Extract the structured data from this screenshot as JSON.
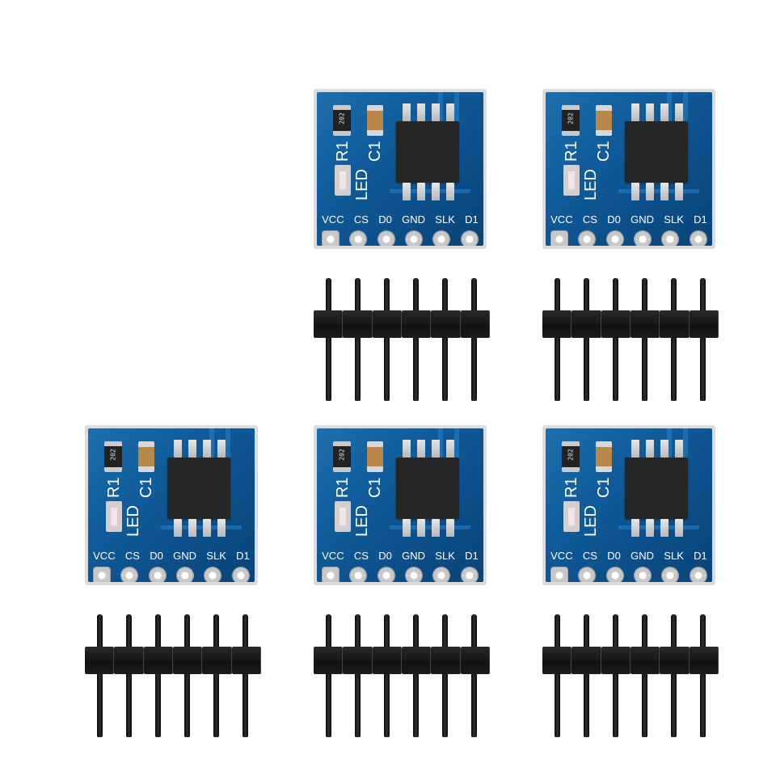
{
  "board": {
    "resistor_code": "202",
    "silkscreen": {
      "r1": "R1",
      "c1": "C1",
      "led": "LED"
    },
    "pin_labels": [
      "VCC",
      "CS",
      "D0",
      "GND",
      "SLK",
      "D1"
    ]
  },
  "colors": {
    "pcb": "#0f5a98",
    "header": "#111111",
    "background": "#ffffff"
  }
}
